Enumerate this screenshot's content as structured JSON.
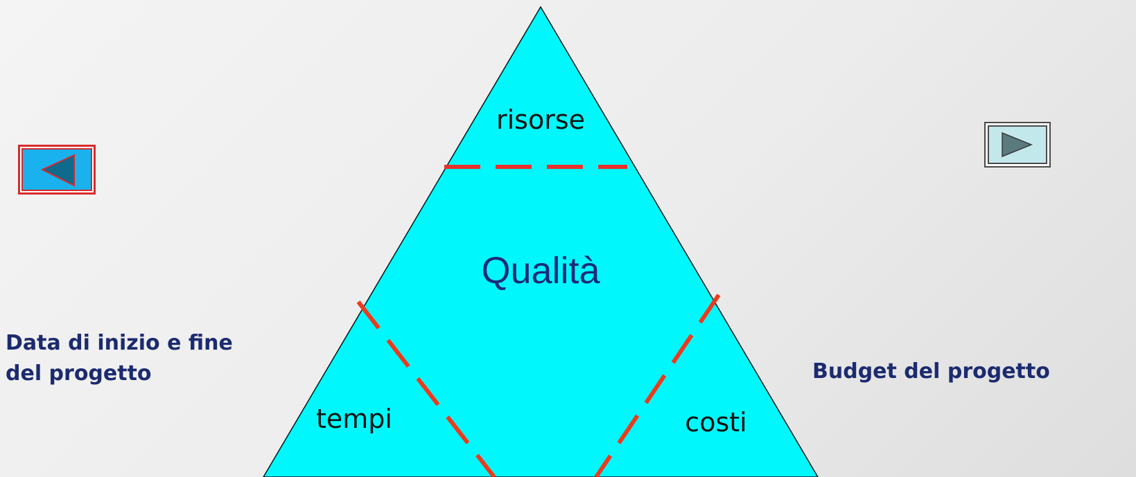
{
  "diagram": {
    "center_label": "Qualità",
    "top_label": "risorse",
    "left_label": "tempi",
    "right_label": "costi",
    "left_note_line1": "Data di  inizio e fine",
    "left_note_line2": "del progetto",
    "right_note": "Budget  del progetto"
  },
  "navigation": {
    "prev_icon": "triangle-left-icon",
    "next_icon": "triangle-right-icon"
  },
  "colors": {
    "triangle_fill": "#00f8fc",
    "dashed_top": "#e8322a",
    "dashed_bottom": "#ee3a1c",
    "text_dark_blue": "#1c2b6f",
    "prev_button_fill": "#19b2ef",
    "prev_button_border": "#d92a2a",
    "prev_arrow_fill": "#0f6a8c",
    "next_button_fill": "#c3e8ec",
    "next_arrow_fill": "#5a7a7e"
  }
}
